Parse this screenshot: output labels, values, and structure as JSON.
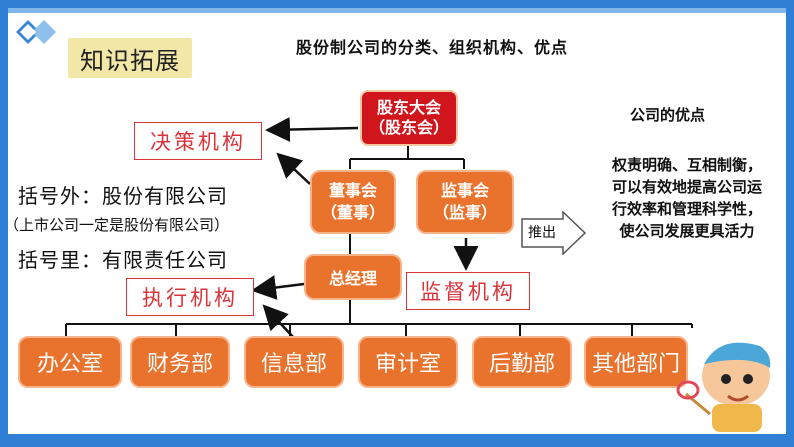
{
  "header": {
    "badge": "知识拓展",
    "title": "股份制公司的分类、组织机构、优点"
  },
  "org_chart": {
    "top_node": [
      "股东大会",
      "（股东会）"
    ],
    "board_node": [
      "董事会",
      "（董事）"
    ],
    "supervisory_node": [
      "监事会",
      "（监事）"
    ],
    "manager_node": "总经理",
    "departments": [
      "办公室",
      "财务部",
      "信息部",
      "审计室",
      "后勤部",
      "其他部门"
    ]
  },
  "annotations": {
    "decision": "决策机构",
    "executive": "执行机构",
    "supervisory": "监督机构",
    "arrow_label": "推出"
  },
  "side_notes": {
    "line1": "括号外：股份有限公司",
    "line2": "（上市公司一定是股份有限公司）",
    "line3": "括号里：有限责任公司"
  },
  "advantages": {
    "title": "公司的优点",
    "lines": [
      "权责明确、互相制衡，",
      "可以有效地提高公司运",
      "行效率和管理科学性，",
      "使公司发展更具活力"
    ]
  },
  "colors": {
    "frame": "#2f7fd4",
    "top_node": "#d0151c",
    "nodes": "#e9722d",
    "annotation_red": "#d8343a",
    "badge": "#f3e7a7"
  }
}
